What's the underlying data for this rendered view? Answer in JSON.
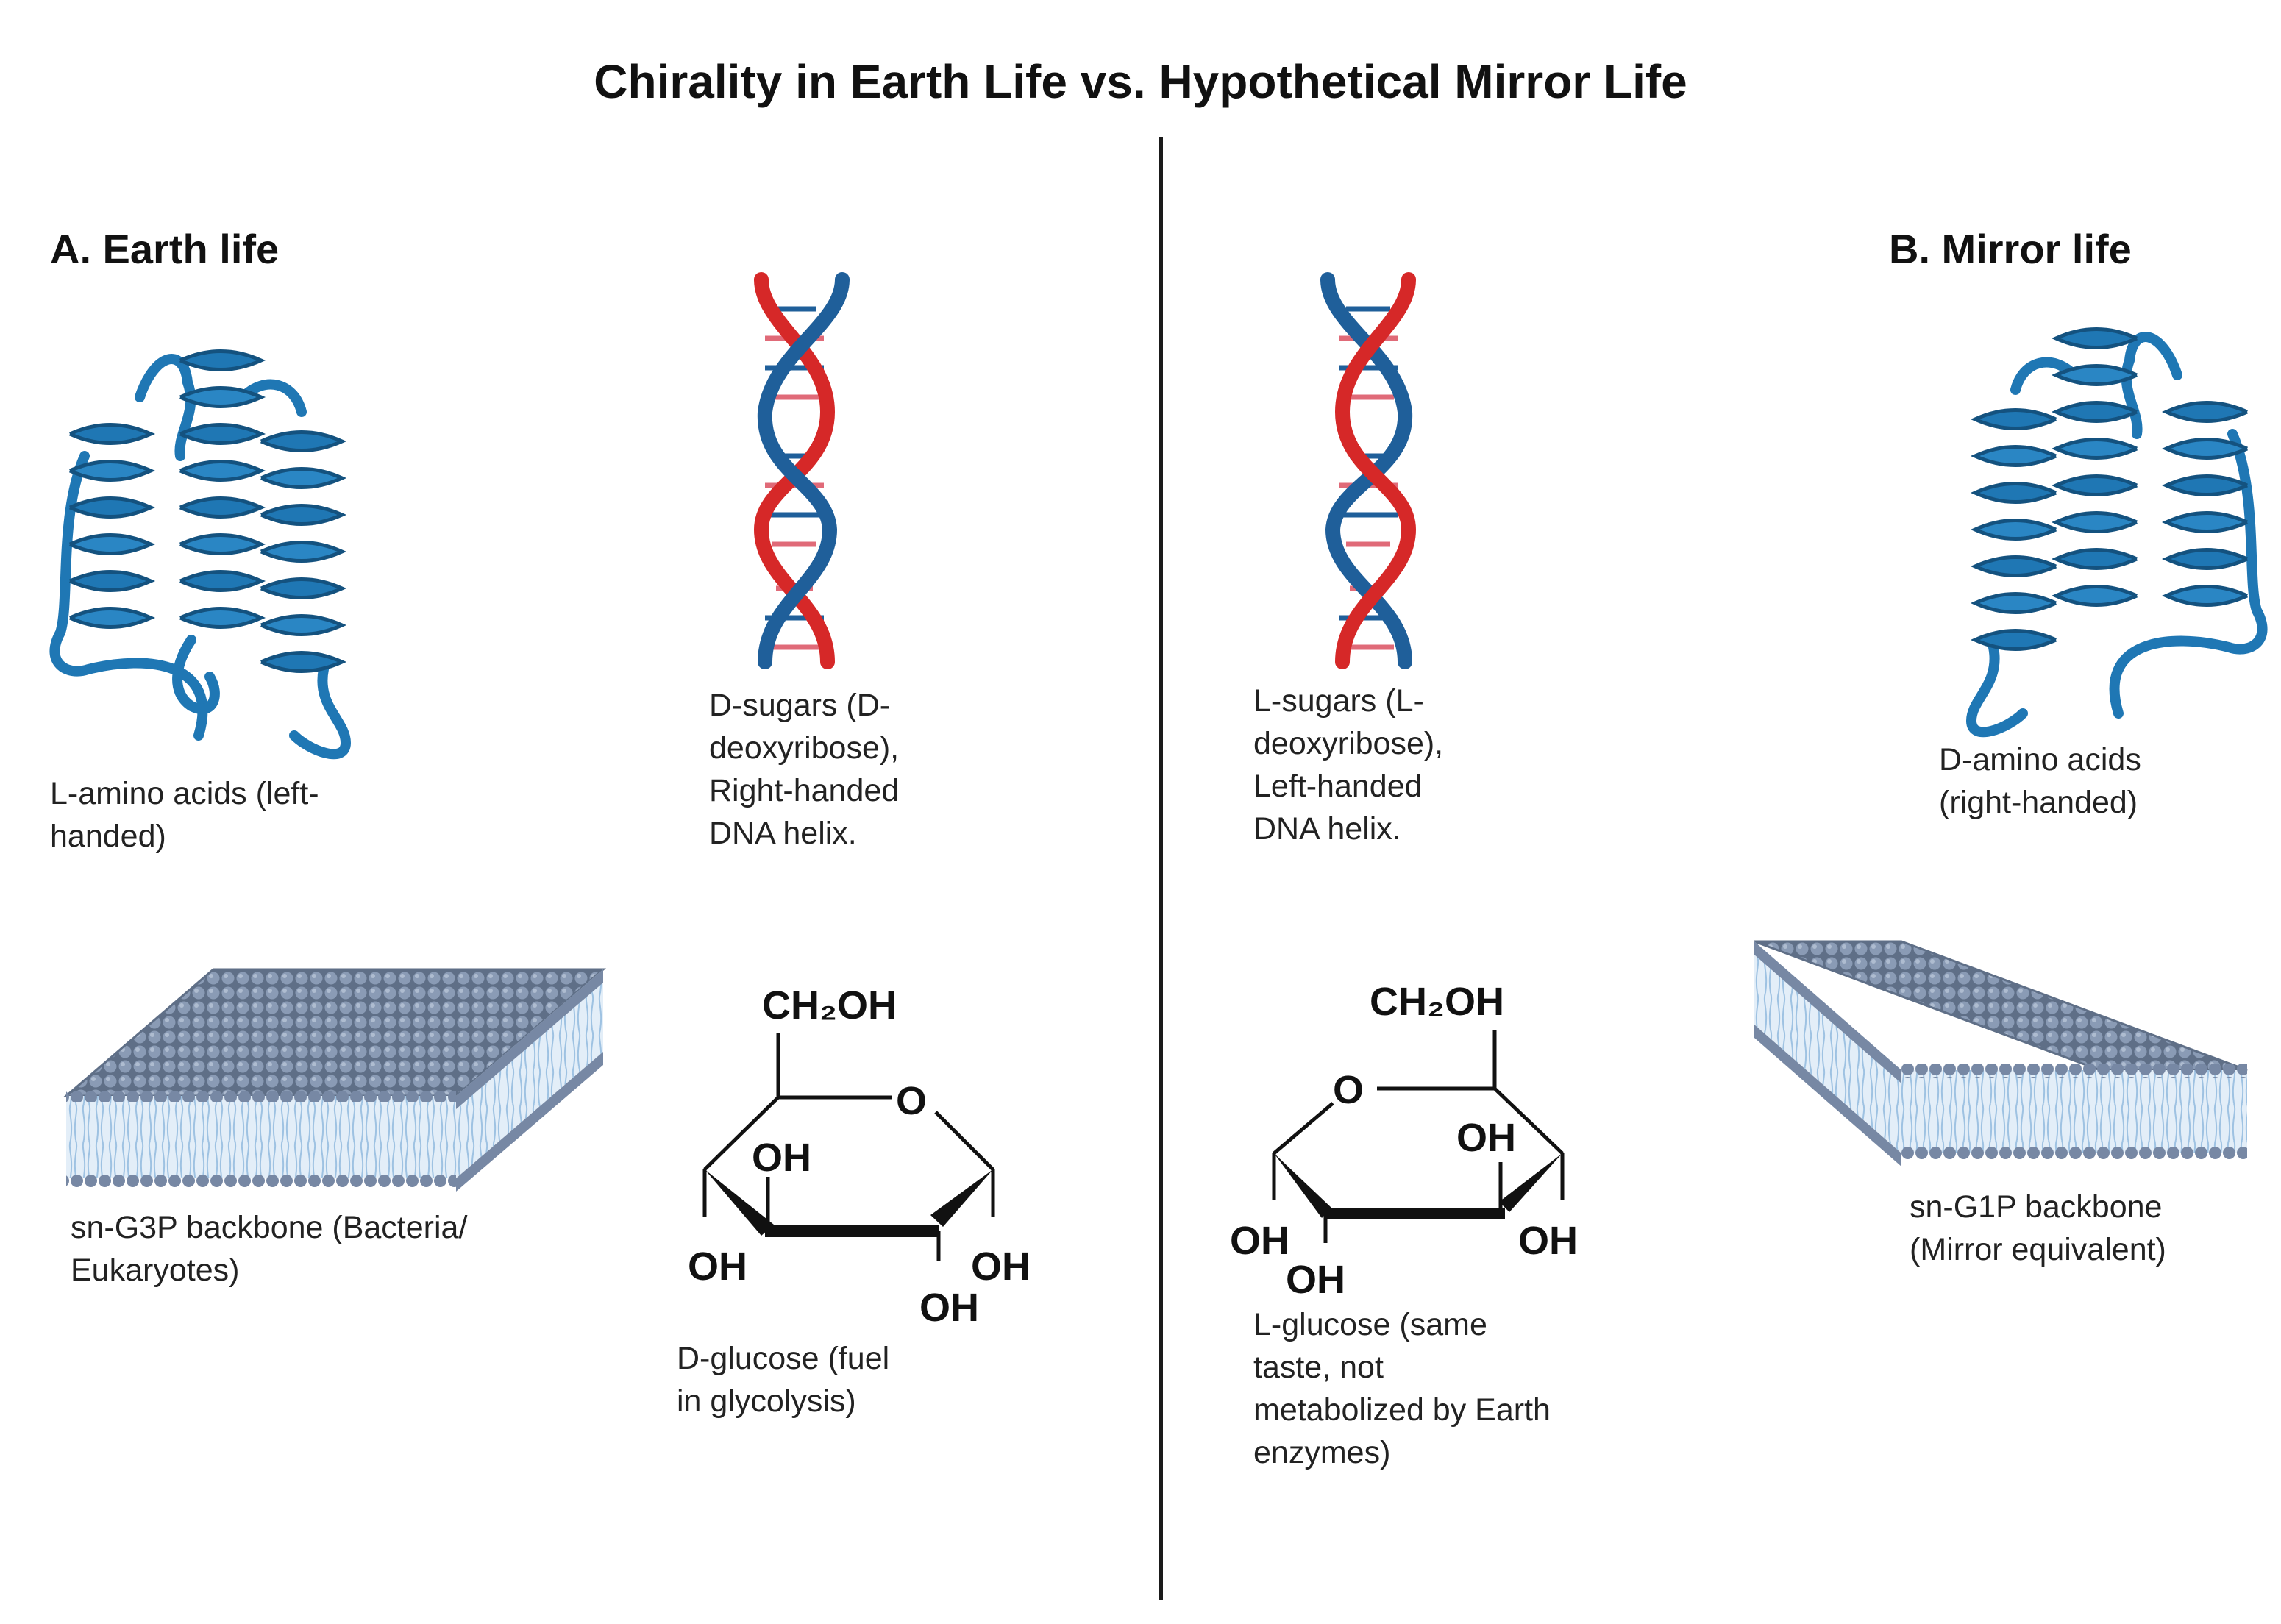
{
  "title": "Chirality in Earth Life vs. Hypothetical Mirror Life",
  "panels": {
    "earth": {
      "heading": "A. Earth life",
      "protein_caption": [
        "L-amino acids (left-",
        "handed)"
      ],
      "dna_caption": [
        "D-sugars (D-",
        "deoxyribose),",
        "Right-handed",
        "DNA helix."
      ],
      "membrane_caption": [
        "sn-G3P backbone (Bacteria/",
        "Eukaryotes)"
      ],
      "glucose_caption": [
        "D-glucose (fuel",
        "in glycolysis)"
      ],
      "glucose_labels": {
        "ch2oh": "CH₂OH",
        "o": "O",
        "oh_ring": "OH",
        "oh_left": "OH",
        "oh_right": "OH",
        "oh_bottom": "OH"
      }
    },
    "mirror": {
      "heading": "B. Mirror life",
      "protein_caption": [
        "D-amino acids",
        "(right-handed)"
      ],
      "dna_caption": [
        "L-sugars (L-",
        "deoxyribose),",
        "Left-handed",
        "DNA helix."
      ],
      "membrane_caption": [
        "sn-G1P backbone",
        "(Mirror equivalent)"
      ],
      "glucose_caption": [
        "L-glucose (same",
        "taste, not",
        "metabolized by Earth",
        "enzymes)"
      ],
      "glucose_labels": {
        "ch2oh": "CH₂OH",
        "o": "O",
        "oh_ring": "OH",
        "oh_left": "OH",
        "oh_right": "OH",
        "oh_bottom": "OH"
      }
    }
  },
  "colors": {
    "protein": "#1f77b4",
    "protein_dark": "#14527f",
    "dna_blue": "#1f5f9a",
    "dna_red": "#d62828",
    "membrane_head": "#7d8ea8",
    "membrane_tail": "#dbe9f6"
  },
  "icons": [
    "protein-helix-icon",
    "dna-double-helix-icon",
    "lipid-bilayer-icon",
    "glucose-ring-icon"
  ]
}
